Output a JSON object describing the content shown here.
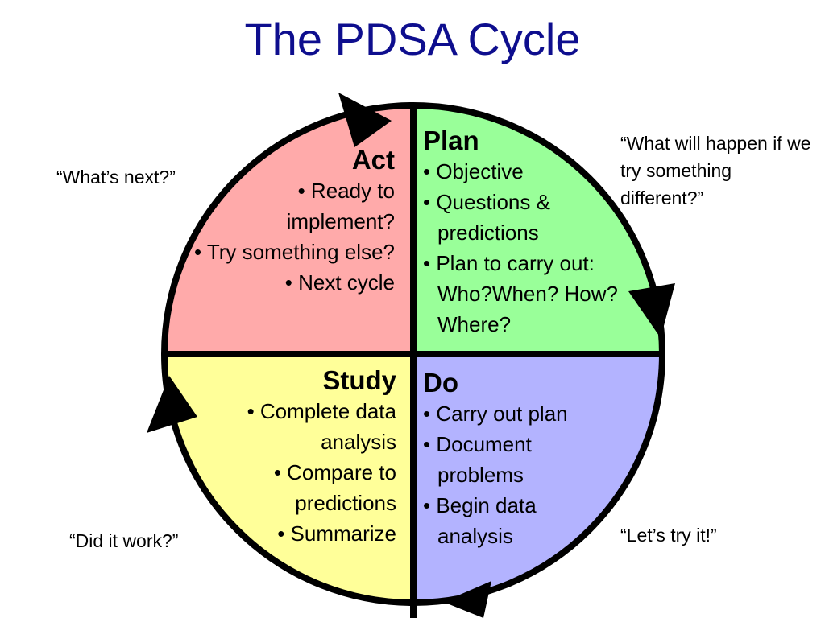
{
  "title": "The PDSA Cycle",
  "colors": {
    "title": "#0e0e8e",
    "plan": "#99ff99",
    "act": "#ffaaaa",
    "study": "#ffff99",
    "do": "#b3b3ff",
    "outline": "#000000"
  },
  "quadrants": {
    "plan": {
      "heading": "Plan",
      "items": [
        "• Objective",
        "• Questions & predictions",
        "• Plan to carry out: Who?When? How? Where?"
      ]
    },
    "act": {
      "heading": "Act",
      "items": [
        "• Ready to implement?",
        "• Try something else?",
        "• Next cycle"
      ]
    },
    "study": {
      "heading": "Study",
      "items": [
        "• Complete data analysis",
        "• Compare to predictions",
        "• Summarize"
      ]
    },
    "do": {
      "heading": "Do",
      "items": [
        "• Carry out plan",
        "• Document problems",
        "• Begin data analysis"
      ]
    }
  },
  "questions": {
    "act": "“What’s next?”",
    "plan": "“What will happen if we try something different?”",
    "study": "“Did it work?”",
    "do": "“Let’s try it!”"
  }
}
